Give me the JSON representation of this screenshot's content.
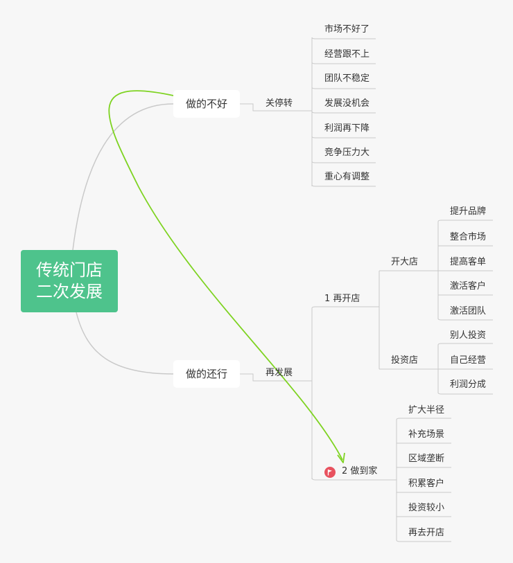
{
  "root": {
    "line1": "传统门店",
    "line2": "二次发展"
  },
  "branch_bad": {
    "label": "做的不好",
    "action": "关停转",
    "reasons": [
      "市场不好了",
      "经营跟不上",
      "团队不稳定",
      "发展没机会",
      "利润再下降",
      "竞争压力大",
      "重心有调整"
    ]
  },
  "branch_ok": {
    "label": "做的还行",
    "action": "再发展",
    "option1": {
      "label": "1 再开店",
      "big_store": {
        "label": "开大店",
        "items": [
          "提升品牌",
          "整合市场",
          "提高客单",
          "激活客户",
          "激活团队"
        ]
      },
      "invest_store": {
        "label": "投资店",
        "items": [
          "别人投资",
          "自己经营",
          "利润分成"
        ]
      }
    },
    "option2": {
      "label": "2 做到家",
      "items": [
        "扩大半径",
        "补充场景",
        "区域垄断",
        "积累客户",
        "投资较小",
        "再去开店"
      ]
    }
  },
  "colors": {
    "root_bg": "#4ec38c",
    "link": "#c9c9c9",
    "relation_arrow": "#7ed321",
    "flag": "#e8525f",
    "background": "#f7f7f7"
  },
  "icons": {
    "option2_marker": "red-flag-icon"
  }
}
